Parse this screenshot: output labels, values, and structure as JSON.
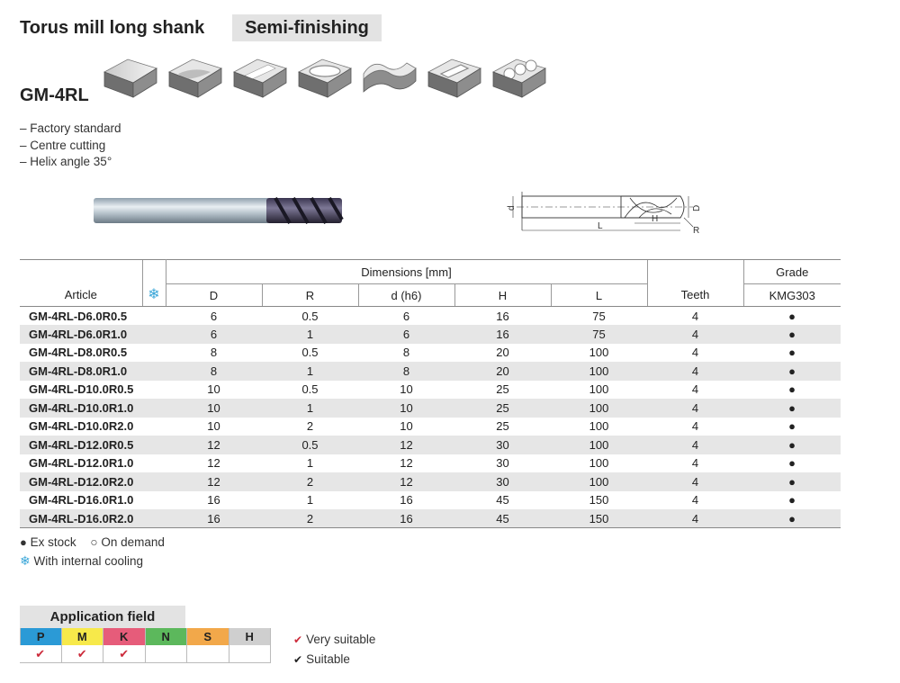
{
  "header": {
    "title": "Torus mill long shank",
    "badge": "Semi-finishing",
    "product_code": "GM-4RL"
  },
  "features": [
    "– Factory standard",
    "– Centre cutting",
    "– Helix angle 35°"
  ],
  "drawing_labels": {
    "d": "d",
    "D": "D",
    "H": "H",
    "L": "L",
    "R": "R"
  },
  "table": {
    "header": {
      "article": "Article",
      "cooling_symbol": "❄",
      "dimensions": "Dimensions [mm]",
      "teeth": "Teeth",
      "grade": "Grade",
      "dim_cols": [
        "D",
        "R",
        "d (h6)",
        "H",
        "L"
      ],
      "grade_col": "KMG303"
    },
    "rows": [
      {
        "article": "GM-4RL-D6.0R0.5",
        "D": "6",
        "R": "0.5",
        "d": "6",
        "H": "16",
        "L": "75",
        "teeth": "4",
        "grade": "●"
      },
      {
        "article": "GM-4RL-D6.0R1.0",
        "D": "6",
        "R": "1",
        "d": "6",
        "H": "16",
        "L": "75",
        "teeth": "4",
        "grade": "●"
      },
      {
        "article": "GM-4RL-D8.0R0.5",
        "D": "8",
        "R": "0.5",
        "d": "8",
        "H": "20",
        "L": "100",
        "teeth": "4",
        "grade": "●"
      },
      {
        "article": "GM-4RL-D8.0R1.0",
        "D": "8",
        "R": "1",
        "d": "8",
        "H": "20",
        "L": "100",
        "teeth": "4",
        "grade": "●"
      },
      {
        "article": "GM-4RL-D10.0R0.5",
        "D": "10",
        "R": "0.5",
        "d": "10",
        "H": "25",
        "L": "100",
        "teeth": "4",
        "grade": "●"
      },
      {
        "article": "GM-4RL-D10.0R1.0",
        "D": "10",
        "R": "1",
        "d": "10",
        "H": "25",
        "L": "100",
        "teeth": "4",
        "grade": "●"
      },
      {
        "article": "GM-4RL-D10.0R2.0",
        "D": "10",
        "R": "2",
        "d": "10",
        "H": "25",
        "L": "100",
        "teeth": "4",
        "grade": "●"
      },
      {
        "article": "GM-4RL-D12.0R0.5",
        "D": "12",
        "R": "0.5",
        "d": "12",
        "H": "30",
        "L": "100",
        "teeth": "4",
        "grade": "●"
      },
      {
        "article": "GM-4RL-D12.0R1.0",
        "D": "12",
        "R": "1",
        "d": "12",
        "H": "30",
        "L": "100",
        "teeth": "4",
        "grade": "●"
      },
      {
        "article": "GM-4RL-D12.0R2.0",
        "D": "12",
        "R": "2",
        "d": "12",
        "H": "30",
        "L": "100",
        "teeth": "4",
        "grade": "●"
      },
      {
        "article": "GM-4RL-D16.0R1.0",
        "D": "16",
        "R": "1",
        "d": "16",
        "H": "45",
        "L": "150",
        "teeth": "4",
        "grade": "●"
      },
      {
        "article": "GM-4RL-D16.0R2.0",
        "D": "16",
        "R": "2",
        "d": "16",
        "H": "45",
        "L": "150",
        "teeth": "4",
        "grade": "●"
      }
    ]
  },
  "legend": {
    "ex_stock_symbol": "●",
    "ex_stock": "Ex stock",
    "on_demand_symbol": "○",
    "on_demand": "On demand",
    "cooling_symbol": "❄",
    "cooling": "With internal cooling"
  },
  "application_field": {
    "title": "Application field",
    "materials": [
      {
        "label": "P",
        "color": "#2b9ad6",
        "mark": "✔"
      },
      {
        "label": "M",
        "color": "#f7e94a",
        "mark": "✔"
      },
      {
        "label": "K",
        "color": "#e65c7a",
        "mark": "✔"
      },
      {
        "label": "N",
        "color": "#5cb85c",
        "mark": ""
      },
      {
        "label": "S",
        "color": "#f2a84a",
        "mark": ""
      },
      {
        "label": "H",
        "color": "#cfcfcf",
        "mark": ""
      }
    ],
    "very_suitable_symbol": "✔",
    "very_suitable": "Very suitable",
    "suitable_symbol": "✔",
    "suitable": "Suitable"
  }
}
